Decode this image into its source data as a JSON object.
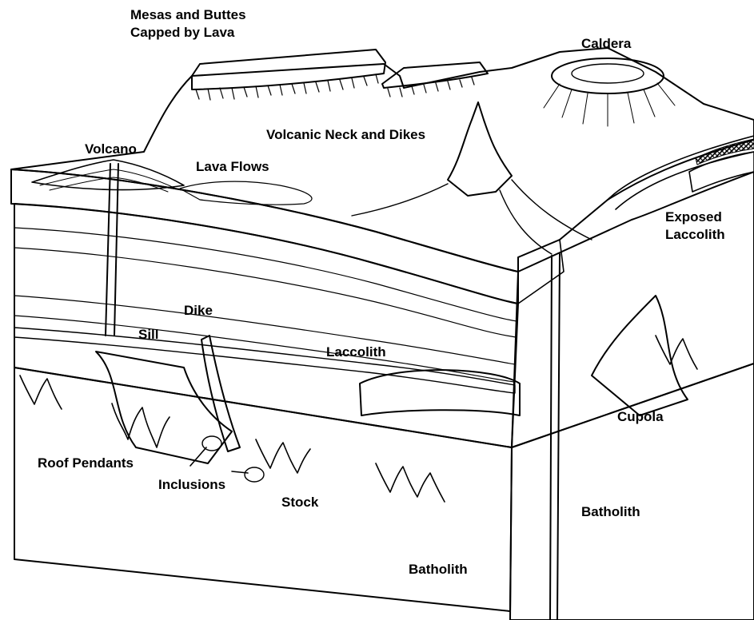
{
  "labels": {
    "mesas_line1": "Mesas and Buttes",
    "mesas_line2": "Capped by Lava",
    "caldera": "Caldera",
    "volcano": "Volcano",
    "lava_flows": "Lava Flows",
    "volcanic_neck": "Volcanic Neck and Dikes",
    "exposed_line1": "Exposed",
    "exposed_line2": "Laccolith",
    "dike": "Dike",
    "sill": "Sill",
    "laccolith": "Laccolith",
    "cupola": "Cupola",
    "roof_pendants": "Roof Pendants",
    "inclusions": "Inclusions",
    "stock": "Stock",
    "batholith_right": "Batholith",
    "batholith_bottom": "Batholith"
  },
  "colors": {
    "ink": "#000000",
    "paper": "#ffffff",
    "lava_cap": "#2b2b2b"
  }
}
